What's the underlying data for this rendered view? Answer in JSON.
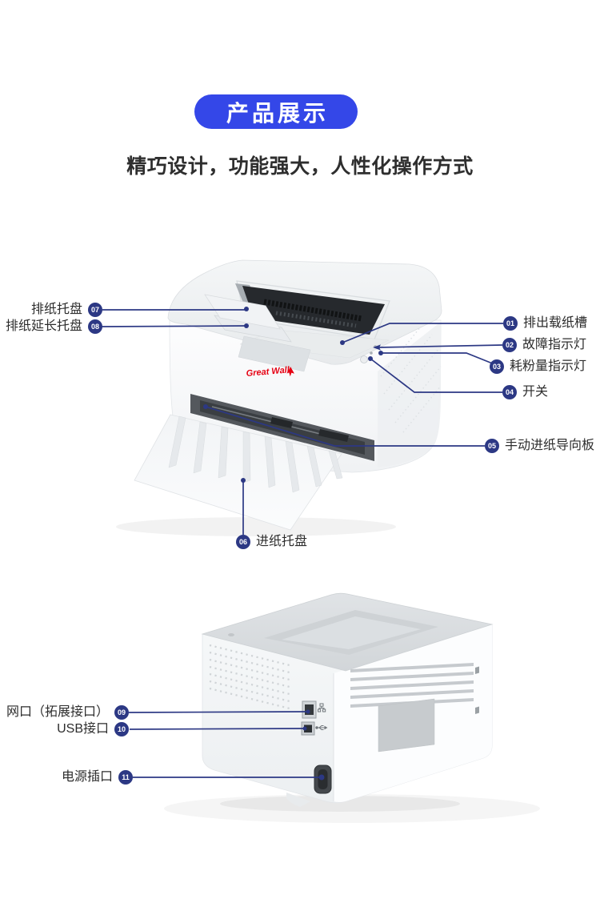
{
  "colors": {
    "banner_blue": "#3447e8",
    "callout_navy": "#2c3884",
    "logo_red": "#e60012"
  },
  "header": {
    "badge_label": "产品展示",
    "subtitle": "精巧设计，功能强大，人性化操作方式"
  },
  "front_view": {
    "brand_logo": "Great Wall",
    "callouts": [
      {
        "num": "01",
        "label": "排出载纸槽"
      },
      {
        "num": "02",
        "label": "故障指示灯"
      },
      {
        "num": "03",
        "label": "耗粉量指示灯"
      },
      {
        "num": "04",
        "label": "开关"
      },
      {
        "num": "05",
        "label": "手动进纸导向板"
      },
      {
        "num": "06",
        "label": "进纸托盘"
      },
      {
        "num": "07",
        "label": "排纸托盘"
      },
      {
        "num": "08",
        "label": "排纸延长托盘"
      }
    ]
  },
  "rear_view": {
    "callouts": [
      {
        "num": "09",
        "label": "网口（拓展接口）"
      },
      {
        "num": "10",
        "label": "USB接口"
      },
      {
        "num": "11",
        "label": "电源插口"
      }
    ]
  }
}
